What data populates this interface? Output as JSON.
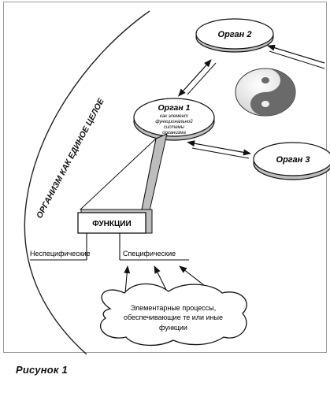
{
  "diagram": {
    "organism_label": "ОРГАНИЗМ КАК ЕДИНОЕ ЦЕЛОЕ",
    "organ1": {
      "title": "Орган 1",
      "sub": [
        "как элемент",
        "функциональной",
        "системы",
        "организма"
      ]
    },
    "organ2": {
      "title": "Орган 2"
    },
    "organ3": {
      "title": "Орган 3"
    },
    "functions_label": "ФУНКЦИИ",
    "nonspecific_label": "Неспецифические",
    "specific_label": "Специфические",
    "processes": [
      "Элементарные процессы,",
      "обеспечивающие те или иные",
      "функции"
    ]
  },
  "caption": "Рисунок 1"
}
